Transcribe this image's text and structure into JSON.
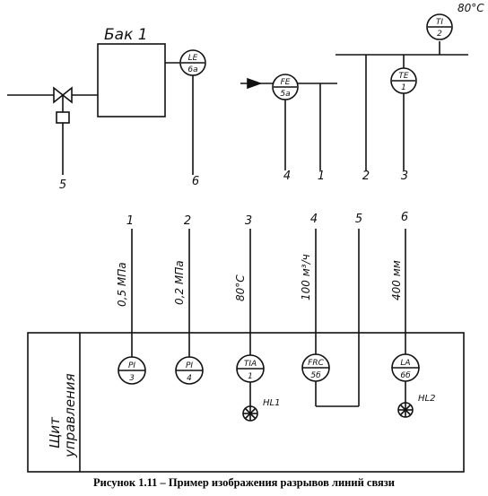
{
  "tank": {
    "label": "Бак 1"
  },
  "instruments": {
    "le": {
      "top": "LE",
      "bottom": "6а"
    },
    "fe": {
      "top": "FE",
      "bottom": "5а"
    },
    "te": {
      "top": "TE",
      "bottom": "1"
    },
    "ti": {
      "top": "TI",
      "bottom": "2"
    },
    "pi3": {
      "top": "PI",
      "bottom": "3"
    },
    "pi4": {
      "top": "PI",
      "bottom": "4"
    },
    "tia": {
      "top": "TIA",
      "bottom": "1"
    },
    "frc": {
      "top": "FRC",
      "bottom": "5б"
    },
    "la": {
      "top": "LA",
      "bottom": "6б"
    }
  },
  "temperature_label": "80°C",
  "field_line_numbers": {
    "valve": "5",
    "level": "6",
    "flow_a": "4",
    "flow_b": "1",
    "pipe": "2",
    "temp": "3"
  },
  "panel_line_numbers": [
    "1",
    "2",
    "3",
    "4",
    "5",
    "6"
  ],
  "line_values": [
    "0,5 МПа",
    "0,2 МПа",
    "80°C",
    "100 м³/ч",
    "400 мм"
  ],
  "panel": {
    "label_line1": "Щит",
    "label_line2": "управления"
  },
  "alarms": {
    "hl1": "HL1",
    "hl2": "HL2"
  },
  "caption": "Рисунок 1.11 – Пример изображения разрывов линий связи"
}
